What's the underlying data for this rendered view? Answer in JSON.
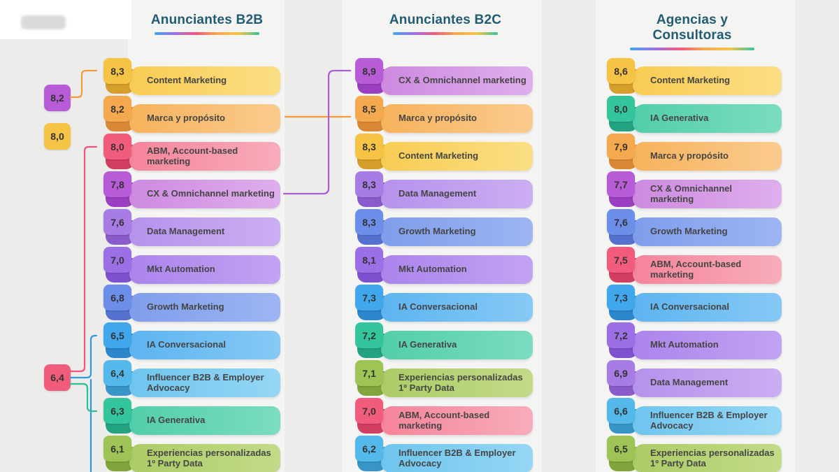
{
  "background": "#ECECEB",
  "header": {
    "title_color": "#215C72"
  },
  "palette": {
    "yellow": {
      "badge": "#F6C445",
      "pill_from": "#F8CC52",
      "pill_to": "#FBDE85",
      "fold": "#D69F2B"
    },
    "orange": {
      "badge": "#F5A94F",
      "pill_from": "#F7B25C",
      "pill_to": "#FACB8E",
      "fold": "#DB8836"
    },
    "pink": {
      "badge": "#F25C7C",
      "pill_from": "#F5849A",
      "pill_to": "#F8ACBB",
      "fold": "#D23D62"
    },
    "magenta": {
      "badge": "#B75CD6",
      "pill_from": "#CD8AE0",
      "pill_to": "#DFAEEC",
      "fold": "#9A3FBF"
    },
    "violet": {
      "badge": "#A77CE4",
      "pill_from": "#B692EC",
      "pill_to": "#CBAEF2",
      "fold": "#8A5CCB"
    },
    "purple": {
      "badge": "#9B6FE6",
      "pill_from": "#AB84EC",
      "pill_to": "#C2A3F2",
      "fold": "#7E52CF"
    },
    "blueviolet": {
      "badge": "#6C8EE8",
      "pill_from": "#7F9DEC",
      "pill_to": "#9DB5F2",
      "fold": "#5571D0"
    },
    "blue": {
      "badge": "#41A7EC",
      "pill_from": "#5CB4F0",
      "pill_to": "#86C9F5",
      "fold": "#2C86CC"
    },
    "skyblue": {
      "badge": "#54B9EA",
      "pill_from": "#6EC5EE",
      "pill_to": "#95D6F4",
      "fold": "#3895C8"
    },
    "teal": {
      "badge": "#34C59C",
      "pill_from": "#52CEAA",
      "pill_to": "#7BDCC0",
      "fold": "#23A381"
    },
    "olive": {
      "badge": "#9EC455",
      "pill_from": "#ACCC66",
      "pill_to": "#C3DA88",
      "fold": "#7FA53C"
    }
  },
  "columns": [
    {
      "title": "Anunciantes B2B",
      "items": [
        {
          "score": "8,3",
          "label": "Content Marketing",
          "color": "yellow"
        },
        {
          "score": "8,2",
          "label": "Marca y propósito",
          "color": "orange"
        },
        {
          "score": "8,0",
          "label": "ABM, Account-based marketing",
          "color": "pink"
        },
        {
          "score": "7,8",
          "label": "CX & Omnichannel marketing",
          "color": "magenta"
        },
        {
          "score": "7,6",
          "label": "Data Management",
          "color": "violet"
        },
        {
          "score": "7,0",
          "label": "Mkt Automation",
          "color": "purple"
        },
        {
          "score": "6,8",
          "label": "Growth Marketing",
          "color": "blueviolet"
        },
        {
          "score": "6,5",
          "label": "IA Conversacional",
          "color": "blue"
        },
        {
          "score": "6,4",
          "label": "Influencer B2B & Employer Advocacy",
          "color": "skyblue"
        },
        {
          "score": "6,3",
          "label": "IA Generativa",
          "color": "teal"
        },
        {
          "score": "6,1",
          "label": "Experiencias personalizadas 1º Party Data",
          "color": "olive"
        }
      ]
    },
    {
      "title": "Anunciantes B2C",
      "items": [
        {
          "score": "8,9",
          "label": "CX & Omnichannel marketing",
          "color": "magenta"
        },
        {
          "score": "8,5",
          "label": "Marca y propósito",
          "color": "orange"
        },
        {
          "score": "8,3",
          "label": "Content Marketing",
          "color": "yellow"
        },
        {
          "score": "8,3",
          "label": "Data Management",
          "color": "violet"
        },
        {
          "score": "8,3",
          "label": "Growth Marketing",
          "color": "blueviolet"
        },
        {
          "score": "8,1",
          "label": "Mkt Automation",
          "color": "purple"
        },
        {
          "score": "7,3",
          "label": "IA Conversacional",
          "color": "blue"
        },
        {
          "score": "7,2",
          "label": "IA Generativa",
          "color": "teal"
        },
        {
          "score": "7,1",
          "label": "Experiencias personalizadas 1º Party Data",
          "color": "olive"
        },
        {
          "score": "7,0",
          "label": "ABM, Account-based marketing",
          "color": "pink"
        },
        {
          "score": "6,2",
          "label": "Influencer B2B & Employer Advocacy",
          "color": "skyblue"
        }
      ]
    },
    {
      "title": "Agencias y Consultoras",
      "items": [
        {
          "score": "8,6",
          "label": "Content Marketing",
          "color": "yellow"
        },
        {
          "score": "8,0",
          "label": "IA Generativa",
          "color": "teal"
        },
        {
          "score": "7,9",
          "label": "Marca y propósito",
          "color": "orange"
        },
        {
          "score": "7,7",
          "label": "CX & Omnichannel marketing",
          "color": "magenta"
        },
        {
          "score": "7,6",
          "label": "Growth Marketing",
          "color": "blueviolet"
        },
        {
          "score": "7,5",
          "label": "ABM, Account-based marketing",
          "color": "pink"
        },
        {
          "score": "7,3",
          "label": "IA Conversacional",
          "color": "blue"
        },
        {
          "score": "7,2",
          "label": "Mkt Automation",
          "color": "purple"
        },
        {
          "score": "6,9",
          "label": "Data Management",
          "color": "violet"
        },
        {
          "score": "6,6",
          "label": "Influencer B2B & Employer Advocacy",
          "color": "skyblue"
        },
        {
          "score": "6,5",
          "label": "Experiencias personalizadas 1º Party Data",
          "color": "olive"
        }
      ]
    }
  ],
  "left_badges": [
    {
      "score": "8,2",
      "color": "magenta"
    },
    {
      "score": "8,0",
      "color": "yellow"
    },
    {
      "score": "6,4",
      "color": "pink"
    }
  ],
  "connections": [
    {
      "arrow": "orange",
      "target": "Anunciantes B2B · Content Marketing (8,3)"
    },
    {
      "arrow": "pink",
      "source": "6,4",
      "target": "Anunciantes B2B · ABM, Account-based marketing (8,0)"
    },
    {
      "arrow": "blue",
      "source": "6,4",
      "target": "Anunciantes B2B · IA Conversacional (6,5)"
    },
    {
      "arrow": "teal",
      "source": "6,4",
      "target": "Anunciantes B2B · IA Generativa (6,3)"
    },
    {
      "arrow": "orange-double",
      "between": [
        "Anunciantes B2B · Marca y propósito (8,2)",
        "Anunciantes B2C · Marca y propósito (8,5)"
      ]
    },
    {
      "arrow": "purple-double",
      "between": [
        "Anunciantes B2B · CX & Omnichannel marketing (7,8)",
        "Anunciantes B2C · CX & Omnichannel marketing (8,9)"
      ]
    }
  ],
  "chart_data": [
    {
      "type": "bar",
      "title": "Anunciantes B2B",
      "categories": [
        "Content Marketing",
        "Marca y propósito",
        "ABM, Account-based marketing",
        "CX & Omnichannel marketing",
        "Data Management",
        "Mkt Automation",
        "Growth Marketing",
        "IA Conversacional",
        "Influencer B2B & Employer Advocacy",
        "IA Generativa",
        "Experiencias personalizadas 1º Party Data"
      ],
      "values": [
        8.3,
        8.2,
        8.0,
        7.8,
        7.6,
        7.0,
        6.8,
        6.5,
        6.4,
        6.3,
        6.1
      ],
      "value_range": [
        0,
        10
      ]
    },
    {
      "type": "bar",
      "title": "Anunciantes B2C",
      "categories": [
        "CX & Omnichannel marketing",
        "Marca y propósito",
        "Content Marketing",
        "Data Management",
        "Growth Marketing",
        "Mkt Automation",
        "IA Conversacional",
        "IA Generativa",
        "Experiencias personalizadas 1º Party Data",
        "ABM, Account-based marketing",
        "Influencer B2B & Employer Advocacy"
      ],
      "values": [
        8.9,
        8.5,
        8.3,
        8.3,
        8.3,
        8.1,
        7.3,
        7.2,
        7.1,
        7.0,
        6.2
      ],
      "value_range": [
        0,
        10
      ]
    },
    {
      "type": "bar",
      "title": "Agencias y Consultoras",
      "categories": [
        "Content Marketing",
        "IA Generativa",
        "Marca y propósito",
        "CX & Omnichannel marketing",
        "Growth Marketing",
        "ABM, Account-based marketing",
        "IA Conversacional",
        "Mkt Automation",
        "Data Management",
        "Influencer B2B & Employer Advocacy",
        "Experiencias personalizadas 1º Party Data"
      ],
      "values": [
        8.6,
        8.0,
        7.9,
        7.7,
        7.6,
        7.5,
        7.3,
        7.2,
        6.9,
        6.6,
        6.5
      ],
      "value_range": [
        0,
        10
      ]
    }
  ]
}
